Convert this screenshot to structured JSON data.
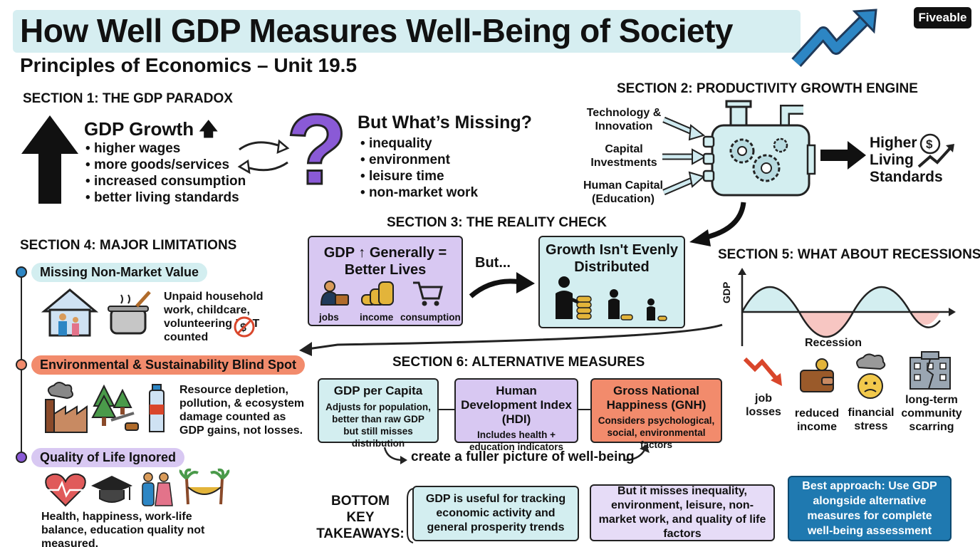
{
  "header": {
    "title": "How Well GDP Measures Well-Being of Society",
    "subtitle": "Principles of Economics – Unit 19.5",
    "logo": "Fiveable"
  },
  "section1": {
    "heading": "SECTION 1: THE GDP PARADOX",
    "growth_title": "GDP Growth",
    "growth_items": [
      "higher wages",
      "more goods/services",
      "increased consumption",
      "better living standards"
    ],
    "missing_title": "But What’s Missing?",
    "missing_items": [
      "inequality",
      "environment",
      "leisure time",
      "non-market work"
    ]
  },
  "section2": {
    "heading": "SECTION 2: PRODUCTIVITY GROWTH ENGINE",
    "inputs": [
      "Technology & Innovation",
      "Capital Investments",
      "Human Capital (Education)"
    ],
    "output": "Higher Living Standards"
  },
  "section3": {
    "heading": "SECTION 3: THE REALITY CHECK",
    "left_box": "GDP ↑ Generally = Better Lives",
    "icons": [
      "jobs",
      "income",
      "consumption"
    ],
    "connector": "But...",
    "right_box": "Growth Isn't Evenly Distributed"
  },
  "section4": {
    "heading": "SECTION 4: MAJOR LIMITATIONS",
    "items": [
      {
        "title": "Missing Non-Market Value",
        "text": "Unpaid household work, childcare, volunteering NOT counted",
        "color": "#d3eef0"
      },
      {
        "title": "Environmental & Sustainability Blind Spot",
        "text": "Resource depletion, pollution, & ecosystem damage counted as GDP gains, not losses.",
        "color": "#f28b6c"
      },
      {
        "title": "Quality of Life Ignored",
        "text": "Health, happiness, work-life balance, education quality not measured.",
        "color": "#d8c8f2"
      }
    ]
  },
  "section5": {
    "heading": "SECTION 5: WHAT ABOUT RECESSIONS?",
    "axis_label": "GDP",
    "recession_label": "Recession",
    "effects": [
      "job losses",
      "reduced income",
      "financial stress",
      "long-term community scarring"
    ]
  },
  "section6": {
    "heading": "SECTION 6: ALTERNATIVE MEASURES",
    "measures": [
      {
        "title": "GDP per Capita",
        "text": "Adjusts for population, better than raw GDP but still misses distribution",
        "color": "#d3eef0"
      },
      {
        "title": "Human Development Index (HDI)",
        "text": "Includes health + education indicators",
        "color": "#d8c8f2"
      },
      {
        "title": "Gross National Happiness (GNH)",
        "text": "Considers psychological, social, environmental factors",
        "color": "#f28b6c"
      }
    ],
    "caption": "create a fuller picture of well-being"
  },
  "takeaways": {
    "label": "BOTTOM KEY TAKEAWAYS:",
    "items": [
      {
        "text": "GDP is useful for tracking economic activity and general prosperity trends",
        "color": "#d3eef0"
      },
      {
        "text": "But it misses inequality, environment, leisure, non-market work, and quality of life factors",
        "color": "#e6dcf7"
      },
      {
        "text": "Best approach: Use GDP alongside alternative measures for complete well-being assessment",
        "color": "#1f79b0"
      }
    ]
  },
  "colors": {
    "teal": "#d3eef0",
    "lavender": "#d8c8f2",
    "coral": "#f28b6c",
    "blue": "#1f79b0",
    "purple": "#8a5ad6"
  }
}
